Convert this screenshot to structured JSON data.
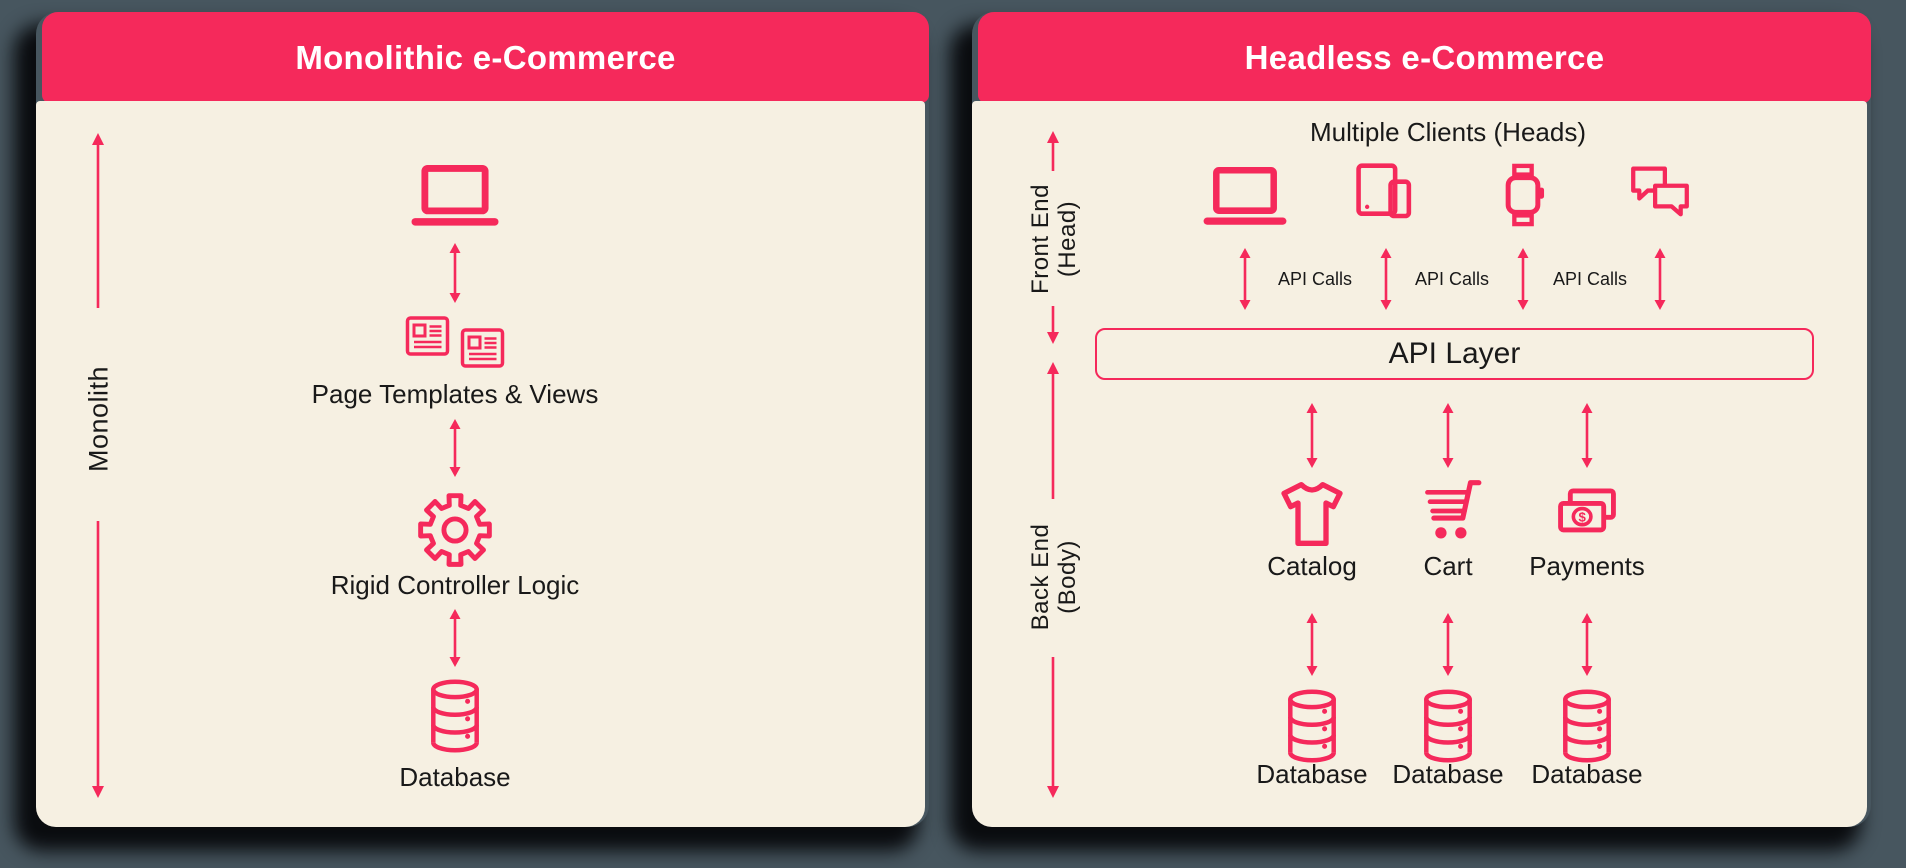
{
  "colors": {
    "accent_pink": "#F5295B",
    "panel_background": "#F6F0E2",
    "page_background": "#47565F",
    "title_text": "#FFFFFF",
    "label_text": "#191919"
  },
  "monolithic_panel": {
    "title": "Monolithic e-Commerce",
    "rail_label": "Monolith",
    "labels": {
      "templates": "Page Templates & Views",
      "controller": "Rigid Controller Logic",
      "database": "Database"
    }
  },
  "headless_panel": {
    "title": "Headless e-Commerce",
    "clients_heading": "Multiple Clients (Heads)",
    "front_rail": {
      "line1": "Front End",
      "line2": "(Head)"
    },
    "back_rail": {
      "line1": "Back End",
      "line2": "(Body)"
    },
    "api_calls_label": "API Calls",
    "api_layer_label": "API Layer",
    "services": [
      {
        "label": "Catalog"
      },
      {
        "label": "Cart"
      },
      {
        "label": "Payments"
      }
    ],
    "database_label": "Database"
  }
}
